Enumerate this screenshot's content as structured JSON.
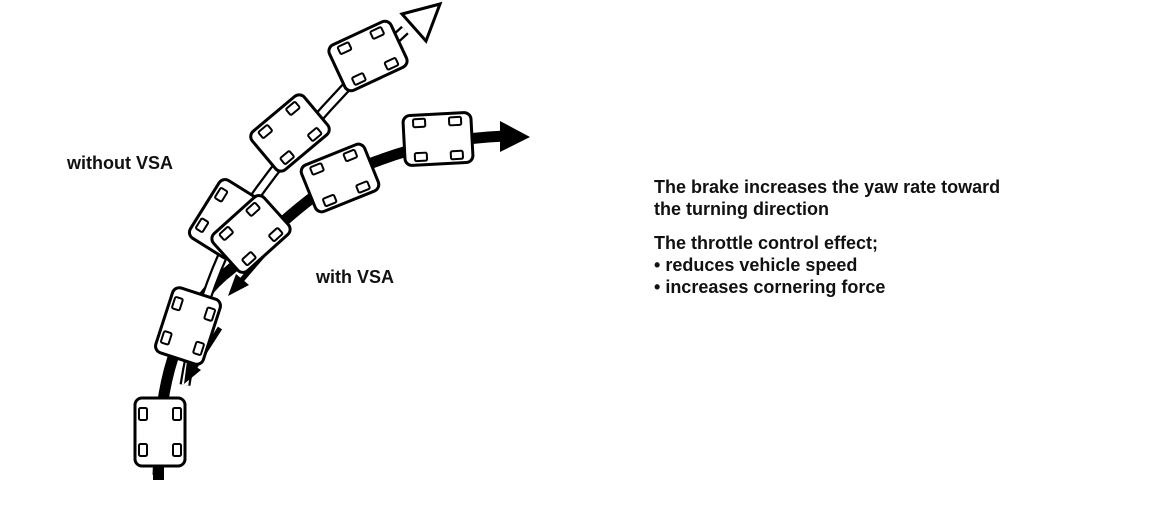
{
  "labels": {
    "without_vsa": "without VSA",
    "with_vsa": "with VSA"
  },
  "explanation": {
    "brake_line1": "The brake increases the yaw rate toward",
    "brake_line2": "the turning direction",
    "throttle_heading": "The throttle control effect;",
    "bullets": [
      "reduces vehicle speed",
      "increases cornering force"
    ]
  },
  "colors": {
    "ink": "#000000",
    "background": "#ffffff"
  }
}
